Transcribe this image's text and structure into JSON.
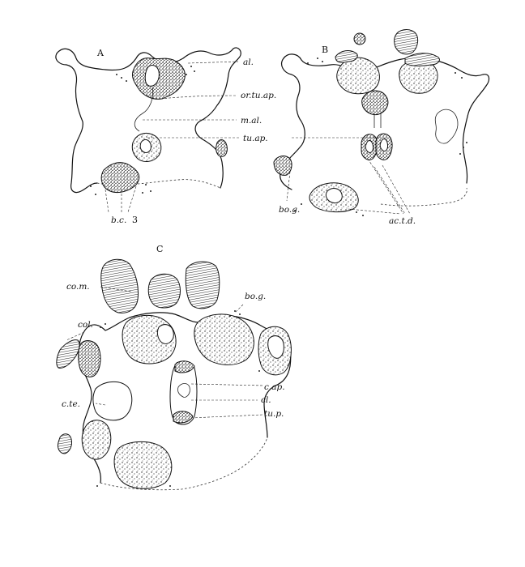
{
  "figure_number": "3",
  "panels": {
    "a": "A",
    "b": "B",
    "c": "C"
  },
  "labels": {
    "al": "al.",
    "or_tu_ap": "or.tu.ap.",
    "m_al": "m.al.",
    "tu_ap": "tu.ap.",
    "bc": "b.c.",
    "bo_g_b": "bo.g.",
    "ac_t_d": "ac.t.d.",
    "co_m": "co.m.",
    "bo_g_c": "bo.g.",
    "col": "col.",
    "c_te": "c.te.",
    "c_ap": "c.ap.",
    "cl": "cl.",
    "tu_p": "tu.p."
  }
}
